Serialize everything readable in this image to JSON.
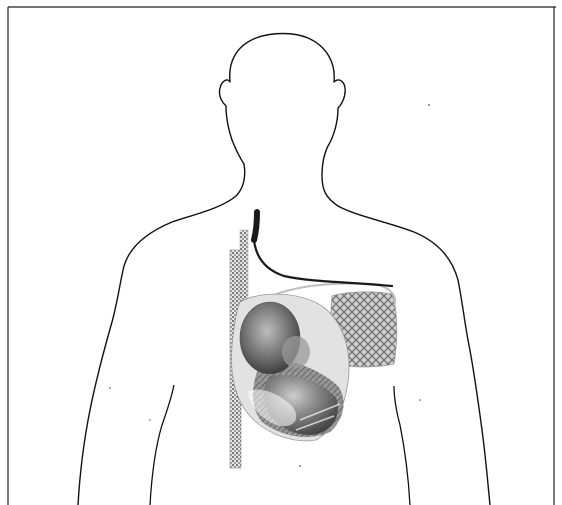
{
  "figure": {
    "subject": "upper-body-silhouette",
    "parts": [
      "body-outline",
      "neck-lead",
      "subclavian-lead",
      "vertical-device",
      "heart",
      "chest-pad"
    ]
  },
  "colors": {
    "background": "#ffffff",
    "outline": "#111111",
    "lead": "#1a1a1a",
    "heart_dark": "#3f3f3f",
    "heart_mid": "#7d7d7d",
    "heart_light": "#c6c6c6",
    "pad": "#8c8c8c"
  }
}
